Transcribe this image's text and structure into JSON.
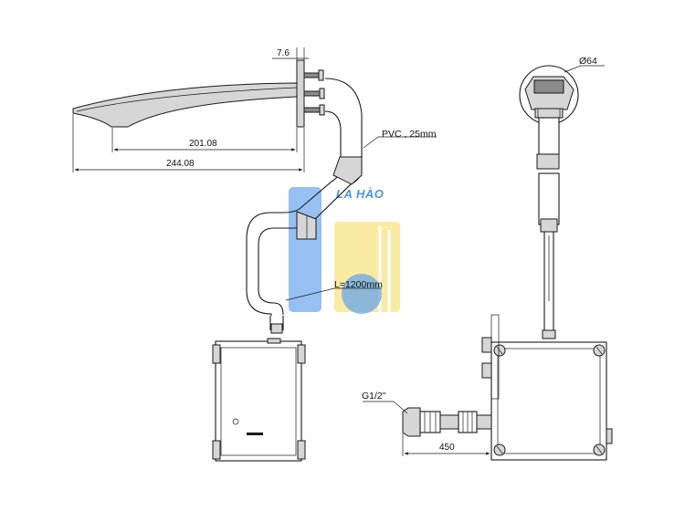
{
  "dimensions": {
    "flange_thickness": "7.6",
    "spout_projection": "201.08",
    "overall_length": "244.08",
    "flange_diameter": "Ø64",
    "connector_length": "450"
  },
  "labels": {
    "hose": "PVC , 25mm",
    "cable_length": "L=1200mm",
    "inlet_thread": "G1/2\""
  },
  "watermark": {
    "text": "LA HÀO",
    "colors": {
      "blue": "#4f97e8",
      "yellow": "#f2d43a"
    }
  }
}
